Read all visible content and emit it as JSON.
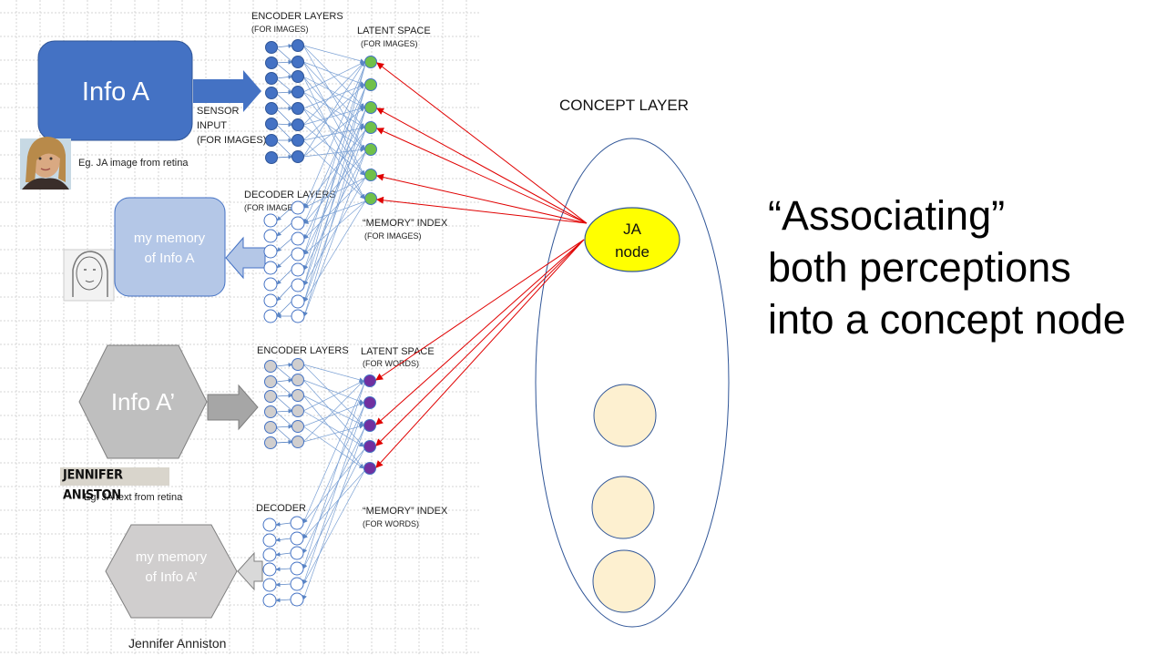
{
  "image_block": {
    "box_a": "Info A",
    "sensor": [
      "SENSOR",
      "INPUT",
      "(FOR IMAGES)"
    ],
    "caption": "Eg. JA image from retina",
    "encoder_title": "ENCODER LAYERS",
    "encoder_sub": "(FOR IMAGES)",
    "latent_title": "LATENT SPACE",
    "latent_sub": "(FOR IMAGES)",
    "decoder_title": "DECODER LAYERS",
    "decoder_sub": "(FOR IMAGES)",
    "memory_title": "“MEMORY” INDEX",
    "memory_sub": "(FOR IMAGES)",
    "memory_box": [
      "my memory",
      "of Info A"
    ]
  },
  "word_block": {
    "box_a": "Info A’",
    "name_image_text": "JENNIFER ANISTON",
    "caption": "Eg. JA text from retina",
    "encoder_title": "ENCODER LAYERS",
    "latent_title": "LATENT SPACE",
    "latent_sub": "(FOR WORDS)",
    "decoder_title": "DECODER",
    "memory_title": "“MEMORY” INDEX",
    "memory_sub": "(FOR WORDS)",
    "memory_box": [
      "my memory",
      "of Info A’"
    ],
    "bottom_caption": "Jennifer Anniston"
  },
  "concept": {
    "title": "CONCEPT LAYER",
    "node": [
      "JA",
      "node"
    ]
  },
  "headline": [
    "“Associating”",
    "both perceptions",
    "into a concept node"
  ],
  "colors": {
    "blue_box": "#4472c4",
    "light_blue_box": "#b4c7e7",
    "gray_hex": "#bfbfbf",
    "enc_node": "#4472c4",
    "latent_green": "#70c04a",
    "latent_purple": "#7030a0",
    "ja_node": "#ffff00",
    "concept_nodes": "#fdf0d0",
    "red_arrow": "#e00000"
  }
}
